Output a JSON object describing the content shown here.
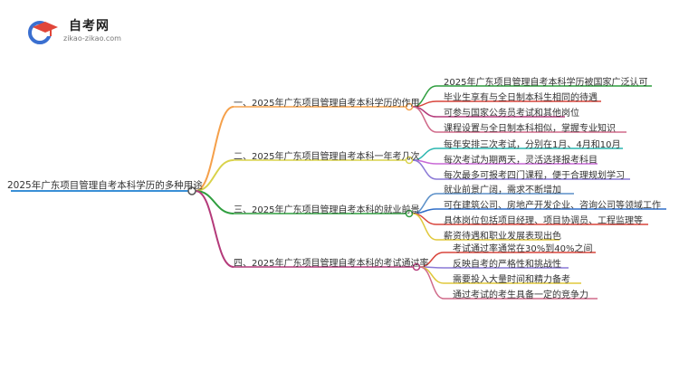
{
  "site": {
    "name": "自考网",
    "domain": "zikao-zikao.com"
  },
  "root": {
    "label": "2025年广东项目管理自考本科学历的多种用途",
    "color": "#3a8fd6"
  },
  "branches": [
    {
      "label": "一、2025年广东项目管理自考本科学历的作用",
      "color": "#f5a04a",
      "children": [
        {
          "label": "2025年广东项目管理自考本科学历被国家广泛认可",
          "color": "#2f9e3f"
        },
        {
          "label": "毕业生享有与全日制本科生相同的待遇",
          "color": "#d9453c"
        },
        {
          "label": "可参与国家公务员考试和其他岗位",
          "color": "#b43a7a"
        },
        {
          "label": "课程设置与全日制本科相似，掌握专业知识",
          "color": "#d06a8a"
        }
      ]
    },
    {
      "label": "二、2025年广东项目管理自考本科一年考几次",
      "color": "#d9d24a",
      "children": [
        {
          "label": "每年安排三次考试，分别在1月、4月和10月",
          "color": "#2bb7b0"
        },
        {
          "label": "每次考试为期两天，灵活选择报考科目",
          "color": "#c868d6"
        },
        {
          "label": "每次最多可报考四门课程，便于合理规划学习",
          "color": "#8a78d6"
        }
      ]
    },
    {
      "label": "三、2025年广东项目管理自考本科的就业前景",
      "color": "#2f9e3f",
      "children": [
        {
          "label": "就业前景广阔，需求不断增加",
          "color": "#5a8fc8"
        },
        {
          "label": "可在建筑公司、房地产开发企业、咨询公司等领域工作",
          "color": "#2f6ec8"
        },
        {
          "label": "具体岗位包括项目经理、项目协调员、工程监理等",
          "color": "#d9453c"
        },
        {
          "label": "薪资待遇和职业发展表现出色",
          "color": "#e0c83a"
        }
      ]
    },
    {
      "label": "四、2025年广东项目管理自考本科的考试通过率",
      "color": "#b43a7a",
      "children": [
        {
          "label": "考试通过率通常在30%到40%之间",
          "color": "#d9453c"
        },
        {
          "label": "反映自考的严格性和挑战性",
          "color": "#8a78d6"
        },
        {
          "label": "需要投入大量时间和精力备考",
          "color": "#e0c83a"
        },
        {
          "label": "通过考试的考生具备一定的竞争力",
          "color": "#d06a8a"
        }
      ]
    }
  ]
}
